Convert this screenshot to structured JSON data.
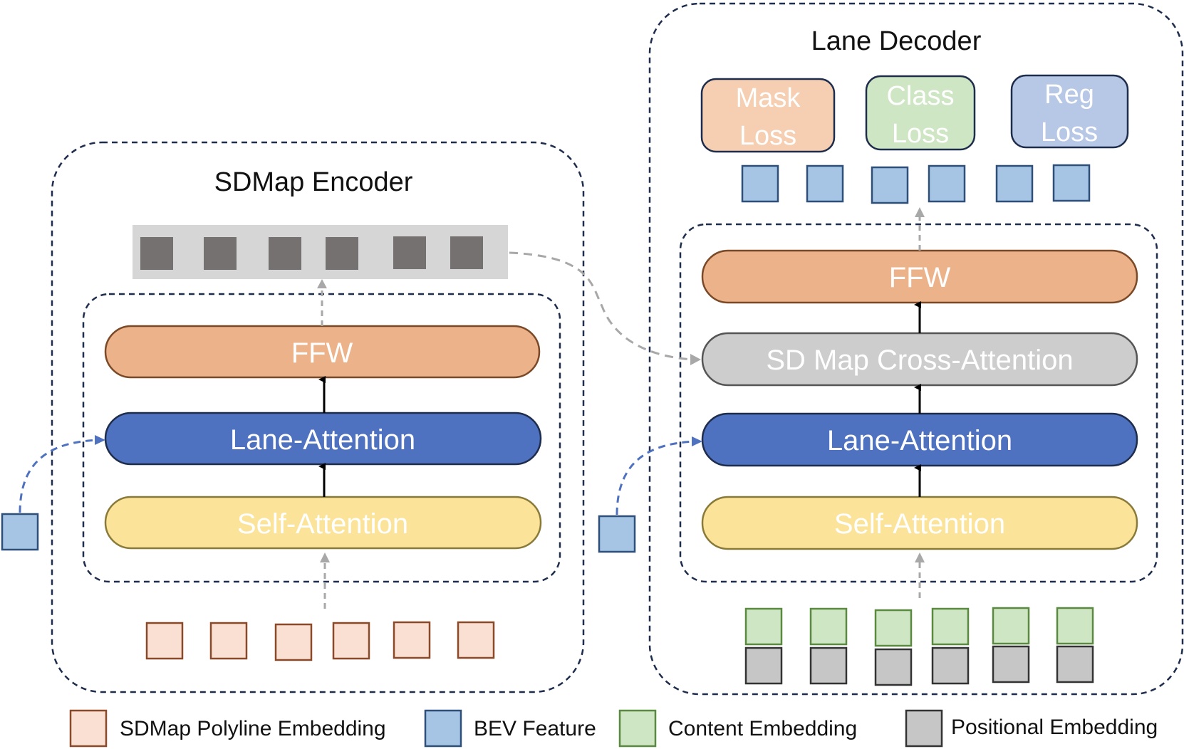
{
  "encoder": {
    "title": "SDMap Encoder",
    "ffw": "FFW",
    "lane_attention": "Lane-Attention",
    "self_attention": "Self-Attention"
  },
  "decoder": {
    "title": "Lane Decoder",
    "ffw": "FFW",
    "cross_attention": "SD Map Cross-Attention",
    "lane_attention": "Lane-Attention",
    "self_attention": "Self-Attention",
    "losses": [
      {
        "line1": "Mask",
        "line2": "Loss"
      },
      {
        "line1": "Class",
        "line2": "Loss"
      },
      {
        "line1": "Reg",
        "line2": "Loss"
      }
    ]
  },
  "legend": [
    {
      "label": "SDMap Polyline Embedding",
      "color": "#f9e0d2",
      "border": "#8a4a2a"
    },
    {
      "label": "BEV Feature",
      "color": "#a6c4e4",
      "border": "#2d4f78"
    },
    {
      "label": "Content Embedding",
      "color": "#cfe6c4",
      "border": "#5a8a40"
    },
    {
      "label": "Positional Embedding",
      "color": "#c6c6c6",
      "border": "#333333"
    }
  ],
  "colors": {
    "ffw": "#ecb28a",
    "lane_attention": "#4f72c0",
    "self_attention": "#fbe49a",
    "cross_attention": "#cdcdcd",
    "mask_loss": "#f6cfb2",
    "class_loss": "#cfe6c4",
    "reg_loss": "#b7c7e6",
    "token_dark": "#767171",
    "token_bar": "#d6d6d6"
  }
}
